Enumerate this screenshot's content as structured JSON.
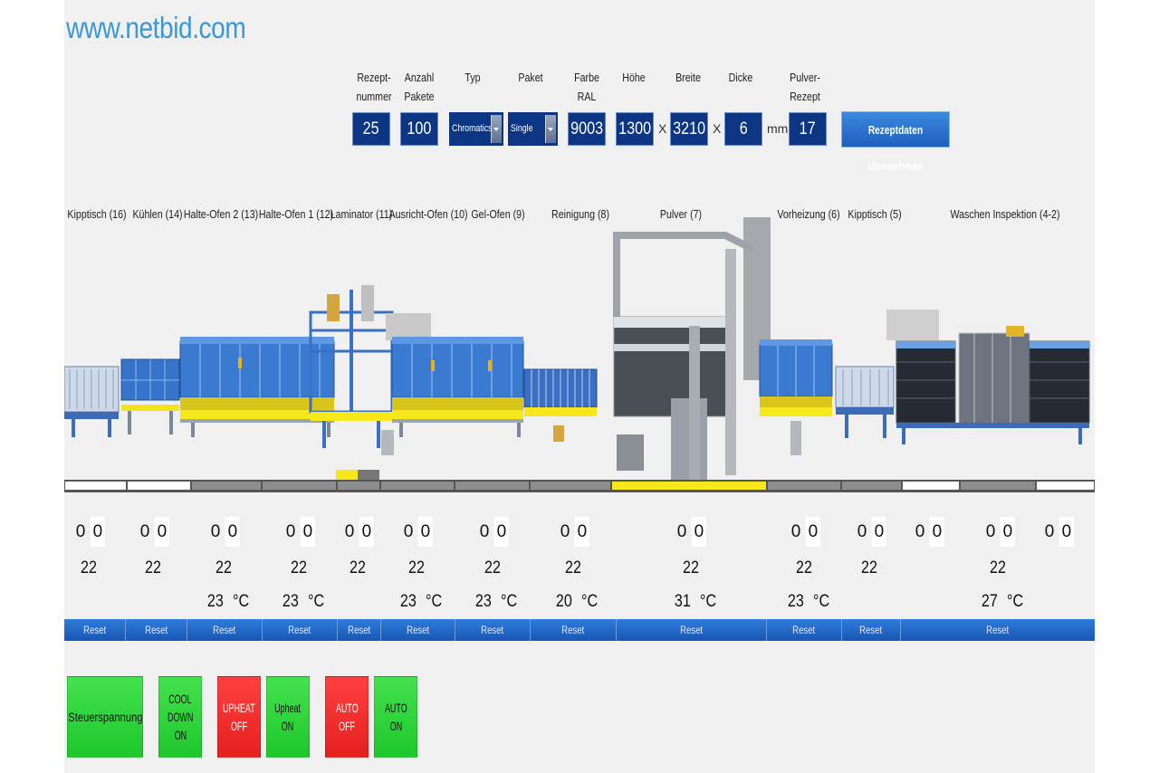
{
  "watermark": "www.netbid.com",
  "recipe": {
    "labels": {
      "nr_a": "Rezept-",
      "nr_b": "nummer",
      "pk_a": "Anzahl",
      "pk_b": "Pakete",
      "typ": "Typ",
      "paket": "Paket",
      "farbe_a": "Farbe",
      "farbe_b": "RAL",
      "hoehe": "Höhe",
      "breite": "Breite",
      "dicke": "Dicke",
      "pulver_a": "Pulver-",
      "pulver_b": "Rezept"
    },
    "values": {
      "rezeptnummer": "25",
      "anzahl_pakete": "100",
      "typ": "Chromatics",
      "paket": "Single",
      "farbe_ral": "9003",
      "hoehe": "1300",
      "breite": "3210",
      "dicke": "6",
      "pulver_rezept": "17"
    },
    "sep_x": "X",
    "unit_mm": "mm",
    "apply_button": "Rezeptdaten übernehmen"
  },
  "stations": [
    {
      "label": "Kipptisch (16)"
    },
    {
      "label": "Kühlen (14)"
    },
    {
      "label": "Halte-Ofen 2 (13)"
    },
    {
      "label": "Halte-Ofen 1 (12)"
    },
    {
      "label": "Laminator (11)"
    },
    {
      "label": "Ausricht-Ofen (10)"
    },
    {
      "label": "Gel-Ofen (9)"
    },
    {
      "label": "Reinigung (8)"
    },
    {
      "label": "Pulver (7)"
    },
    {
      "label": "Vorheizung (6)"
    },
    {
      "label": "Kipptisch (5)"
    },
    {
      "label": "Waschen Inspektion (4-2)"
    }
  ],
  "zones": [
    {
      "a": "0",
      "b": "0",
      "t": "22",
      "temp": ""
    },
    {
      "a": "0",
      "b": "0",
      "t": "22",
      "temp": ""
    },
    {
      "a": "0",
      "b": "0",
      "t": "22",
      "temp": "23"
    },
    {
      "a": "0",
      "b": "0",
      "t": "22",
      "temp": "23"
    },
    {
      "a": "0",
      "b": "0",
      "t": "22",
      "temp": ""
    },
    {
      "a": "0",
      "b": "0",
      "t": "22",
      "temp": "23"
    },
    {
      "a": "0",
      "b": "0",
      "t": "22",
      "temp": "23"
    },
    {
      "a": "0",
      "b": "0",
      "t": "22",
      "temp": "20"
    },
    {
      "a": "0",
      "b": "0",
      "t": "22",
      "temp": "31"
    },
    {
      "a": "0",
      "b": "0",
      "t": "22",
      "temp": "23"
    },
    {
      "a": "0",
      "b": "0",
      "t": "22",
      "temp": ""
    },
    {
      "a": "0",
      "b": "0",
      "t": "",
      "temp": ""
    },
    {
      "a": "0",
      "b": "0",
      "t": "22",
      "temp": "27"
    },
    {
      "a": "0",
      "b": "0",
      "t": "",
      "temp": ""
    }
  ],
  "temp_unit": "°C",
  "reset_label": "Reset",
  "controls": {
    "steuerspannung": "Steuerspannung",
    "cooldown_1": "COOL",
    "cooldown_2": "DOWN",
    "cooldown_3": "ON",
    "upheat_off_1": "UPHEAT",
    "upheat_off_2": "OFF",
    "upheat_on_1": "Upheat",
    "upheat_on_2": "ON",
    "auto_off_1": "AUTO",
    "auto_off_2": "OFF",
    "auto_on_1": "AUTO",
    "auto_on_2": "ON"
  },
  "colors": {
    "accent": "#0c3583",
    "reset_bar": "#1f62c2",
    "green": "#2bd437",
    "red": "#f02a2a",
    "conveyor_yellow": "#f6e81a"
  }
}
